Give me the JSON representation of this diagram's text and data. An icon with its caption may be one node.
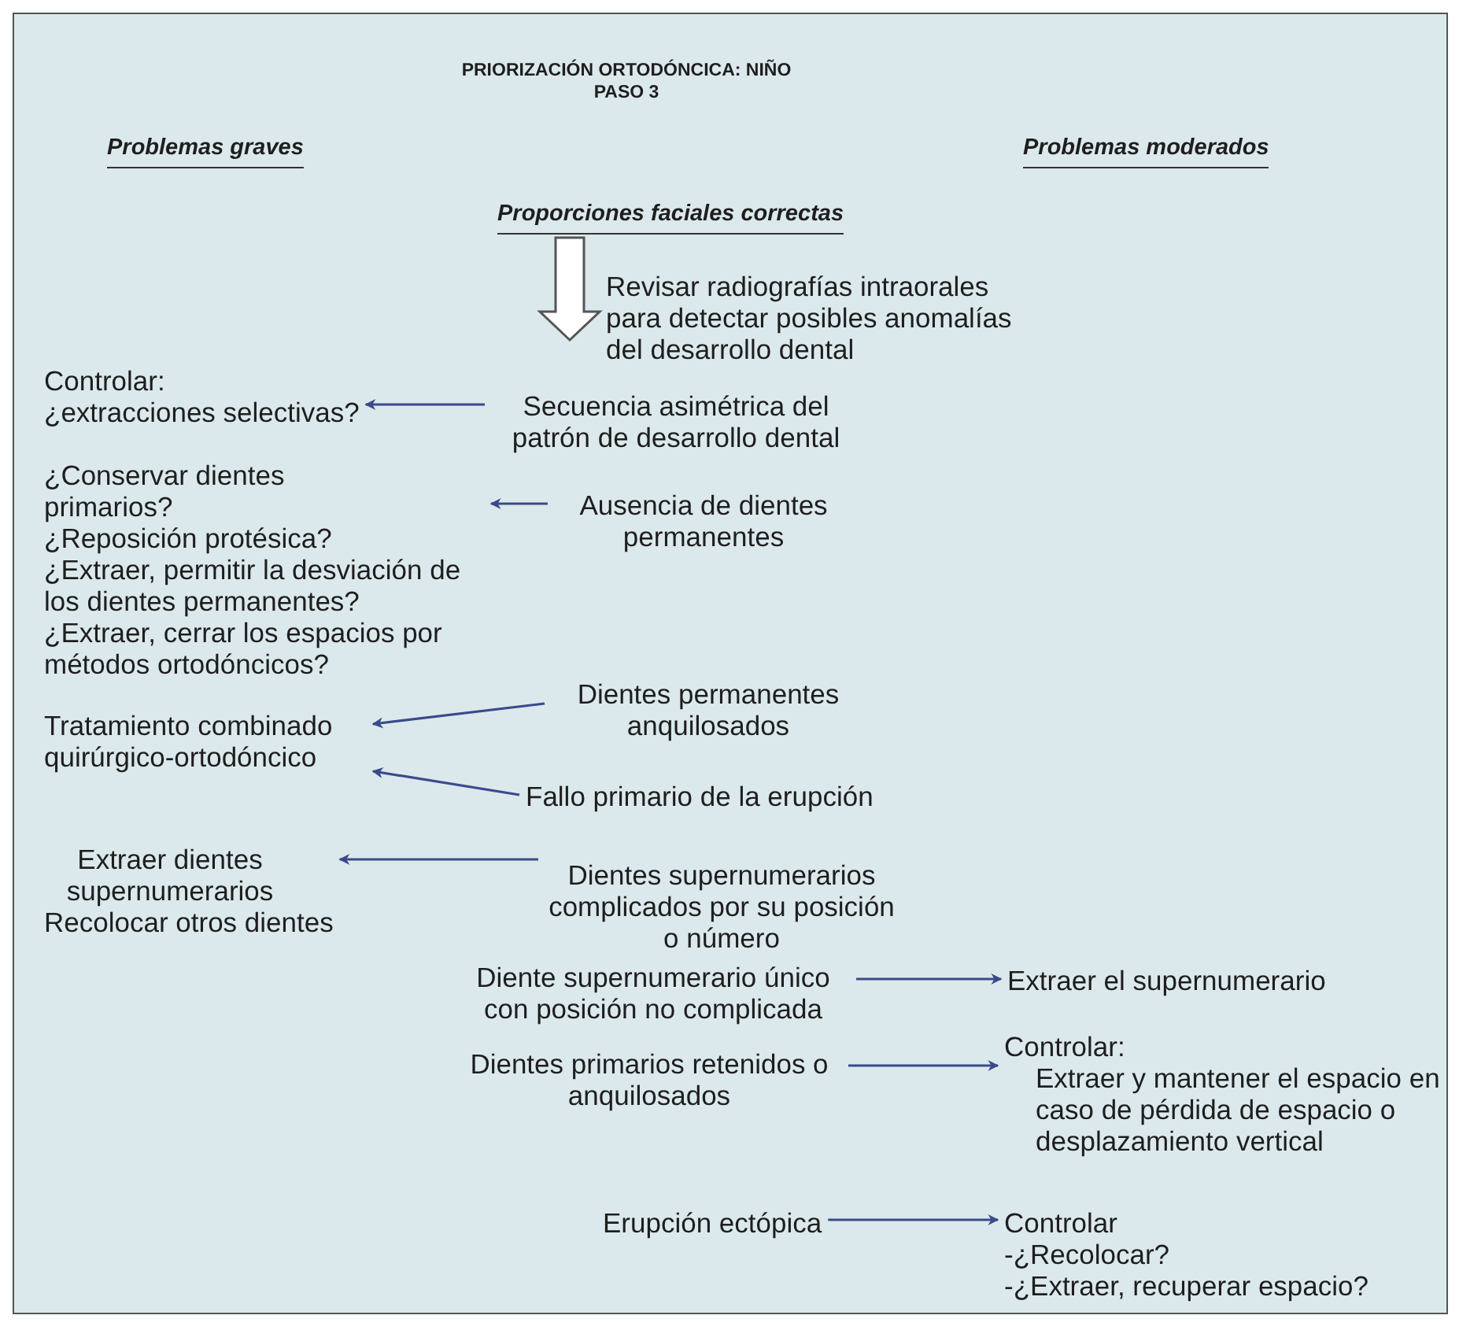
{
  "diagram": {
    "title": "PRIORIZACIÓN ORTODÓNCICA: NIÑO PASO 3",
    "nodes": [
      {
        "text": [
          "Proporciones faciales correctas"
        ]
      },
      {
        "text": [
          "Revisar radiografías intraorales para detectar posibles anomalías del desarrollo dental"
        ]
      },
      {
        "text": [
          "Controlar:",
          "¿extracciones selectivas?"
        ]
      },
      {
        "text": [
          "Secuencia asimétrica del patrón de desarrollo dental"
        ]
      },
      {
        "text": [
          "¿Conservar dientes primarios?",
          "¿Reposición protésica?",
          "¿Extraer, permitir la desviación de los dientes permanentes?",
          "¿Extraer, cerrar los espacios por métodos ortodóncicos?"
        ]
      },
      {
        "text": [
          "Ausencia de dientes permanentes"
        ]
      },
      {
        "text": [
          "Tratamiento combinado quirúrgico-ortodóncico"
        ]
      },
      {
        "text": [
          "Dientes permanentes anquilosados"
        ]
      },
      {
        "text": [
          "Fallo primario de la erupción"
        ]
      },
      {
        "text": [
          "Extraer dientes supernumerarios",
          "Recolocar otros dientes"
        ]
      },
      {
        "text": [
          "Dientes supernumerarios complicados por su posición o número"
        ]
      },
      {
        "text": [
          "Diente supernumerario único con posición no complicada"
        ]
      },
      {
        "text": [
          "Extraer el supernumerario"
        ]
      },
      {
        "text": [
          "Dientes primarios retenidos o anquilosados"
        ]
      },
      {
        "text": [
          "Controlar:",
          "Extraer y mantener el espacio en caso de pérdida de espacio o desplazamiento vertical"
        ]
      },
      {
        "text": [
          "Erupción ectópica"
        ]
      },
      {
        "text": [
          "Controlar",
          "-¿Recolocar?",
          "-¿Extraer, recuperar espacio?"
        ]
      }
    ],
    "edges": [
      {
        "from": 0,
        "to": null,
        "arrow": "to",
        "style": "thick"
      },
      {
        "from": 3,
        "to": 2,
        "arrow": "to"
      },
      {
        "from": 5,
        "to": 4,
        "arrow": "to"
      },
      {
        "from": 7,
        "to": 6,
        "arrow": "to"
      },
      {
        "from": 8,
        "to": 6,
        "arrow": "to"
      },
      {
        "from": 10,
        "to": 9,
        "arrow": "to"
      },
      {
        "from": 11,
        "to": 12,
        "arrow": "to"
      },
      {
        "from": 13,
        "to": 14,
        "arrow": "to"
      },
      {
        "from": 15,
        "to": 16,
        "arrow": "to"
      }
    ],
    "labels": [
      "Problemas graves",
      "Problemas moderados"
    ]
  }
}
